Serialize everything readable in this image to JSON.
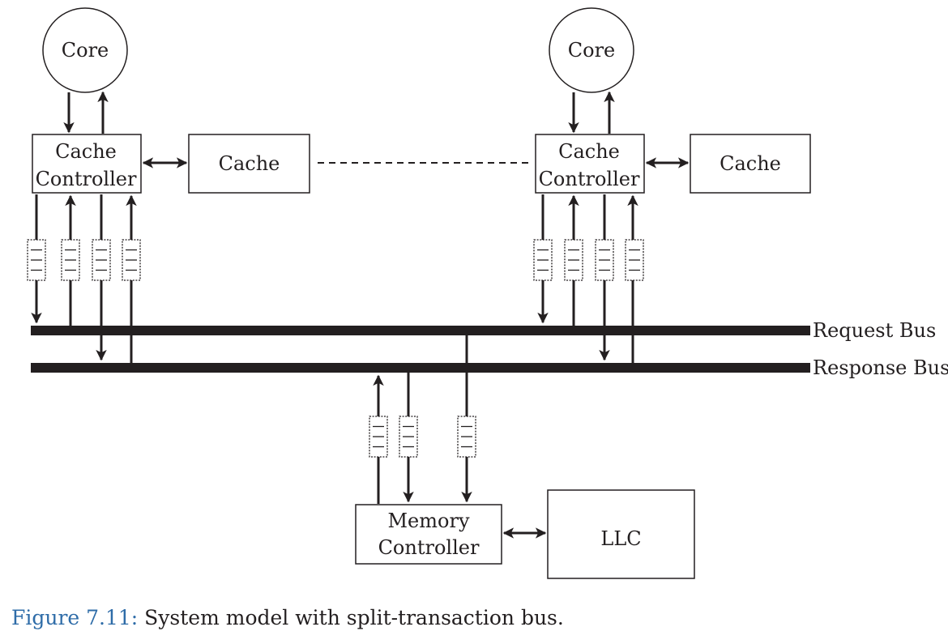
{
  "diagram": {
    "nodes": {
      "core_left": "Core",
      "core_right": "Core",
      "cache_controller_left": [
        "Cache",
        "Controller"
      ],
      "cache_controller_right": [
        "Cache",
        "Controller"
      ],
      "cache_left": "Cache",
      "cache_right": "Cache",
      "memory_controller": [
        "Memory",
        "Controller"
      ],
      "llc": "LLC"
    },
    "buses": {
      "request": "Request Bus",
      "response": "Response Bus"
    }
  },
  "caption": {
    "figure_number": "Figure 7.11:",
    "text": " System model with split-transaction bus.",
    "number_color": "#2e6ca8"
  }
}
